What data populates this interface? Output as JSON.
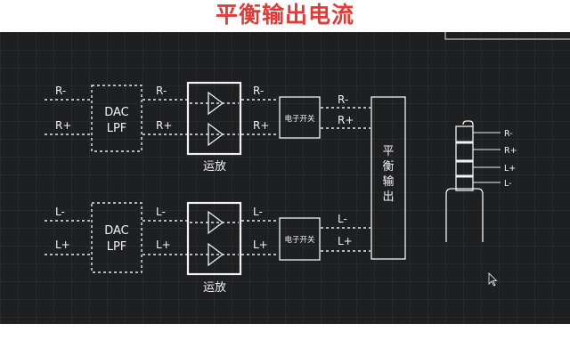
{
  "title": "平衡输出电流",
  "colors": {
    "title": "#e53935",
    "background": "#1e1f21",
    "line": "#f2f2f2"
  },
  "upper": {
    "in_minus": "R-",
    "in_plus": "R+",
    "dac_line1": "DAC",
    "dac_line2": "LPF",
    "mid_minus": "R-",
    "mid_plus": "R+",
    "amp_label": "运放",
    "out_minus": "R-",
    "out_plus": "R+",
    "switch_label": "电子开关",
    "sw_minus": "R-",
    "sw_plus": "R+"
  },
  "lower": {
    "in_minus": "L-",
    "in_plus": "L+",
    "dac_line1": "DAC",
    "dac_line2": "LPF",
    "mid_minus": "L-",
    "mid_plus": "L+",
    "amp_label": "运放",
    "out_minus": "L-",
    "out_plus": "L+",
    "switch_label": "电子开关",
    "sw_minus": "L-",
    "sw_plus": "L+"
  },
  "balanced_output": {
    "chars": [
      "平",
      "衡",
      "输",
      "出"
    ]
  },
  "jack": {
    "pins": [
      "R-",
      "R+",
      "L+",
      "L-"
    ]
  }
}
